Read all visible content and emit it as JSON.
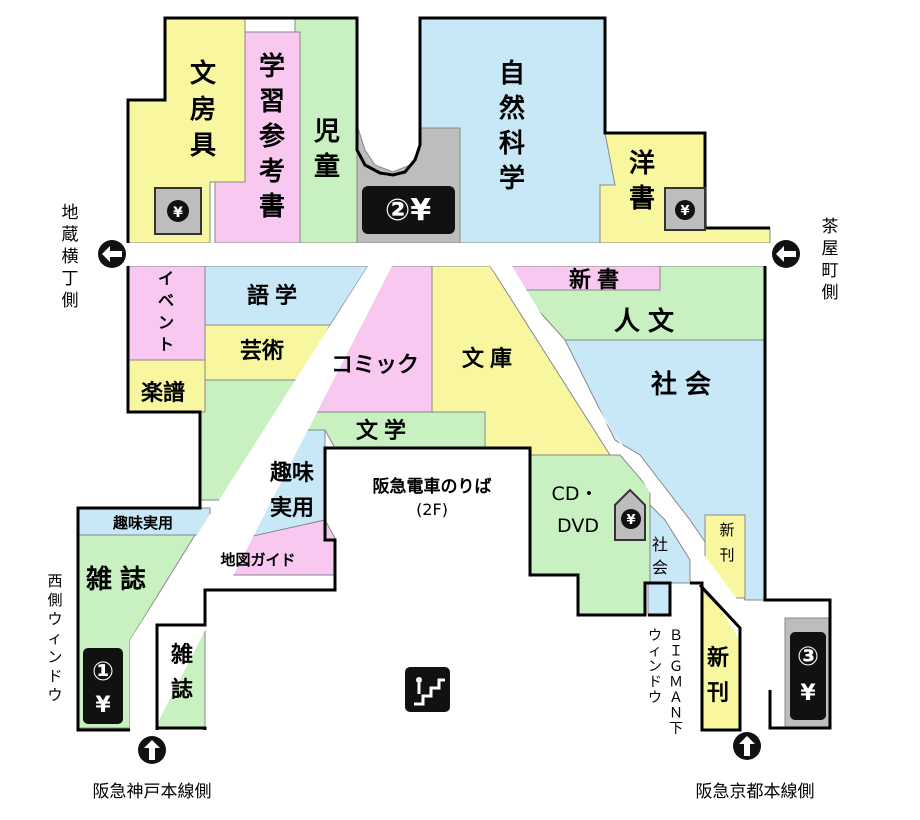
{
  "colors": {
    "yellow": "#f8f7a0",
    "pink": "#f8c8f0",
    "green": "#c8f0c0",
    "blue": "#c8e8f8",
    "gray": "#bdbdbd",
    "aisle": "#ffffff",
    "dark": "#111111"
  },
  "sections": {
    "bunbougu": "文房具",
    "gakushu_sankousho": "学習参考書",
    "jidou": "児童",
    "shizen_kagaku": "自然科学",
    "yousho": "洋書",
    "event": "イベント",
    "gogaku": "語学",
    "geijutsu": "芸術",
    "gakufu": "楽譜",
    "comic": "コミック",
    "bunko": "文庫",
    "shinsho": "新書",
    "jinbun": "人文",
    "shakai": "社会",
    "bungaku": "文学",
    "shumi_jitsuyou": "趣味実用",
    "shumi_jitsuyou_small": "趣味実用",
    "chizu_guide": "地図ガイド",
    "zasshi_left": "雑誌",
    "zasshi_bottom": "雑誌",
    "cd_dvd_line1": "CD・",
    "cd_dvd_line2": "DVD",
    "shakai_small": "社会",
    "shinkan_small": "新刊",
    "shinkan_large": "新刊"
  },
  "registers": {
    "r1_num": "①",
    "r1_yen": "¥",
    "r2": "②¥",
    "r3_num": "③",
    "r3_yen": "¥",
    "yen": "¥"
  },
  "labels": {
    "center_line1": "阪急電車のりば",
    "center_line2": "(2F)",
    "left_side": "地蔵横丁側",
    "right_side": "茶屋町側",
    "west_window": "西側ウィンドウ",
    "bigman_window_a": "ＢＩＧＭＡＮ下",
    "bigman_window_b": "ウィンドウ",
    "kobe_line": "阪急神戸本線側",
    "kyoto_line": "阪急京都本線側"
  },
  "icons": {
    "stairs": "stairs-icon",
    "arrow_left": "arrow-left-icon",
    "arrow_up": "arrow-up-icon",
    "register": "register-icon"
  }
}
